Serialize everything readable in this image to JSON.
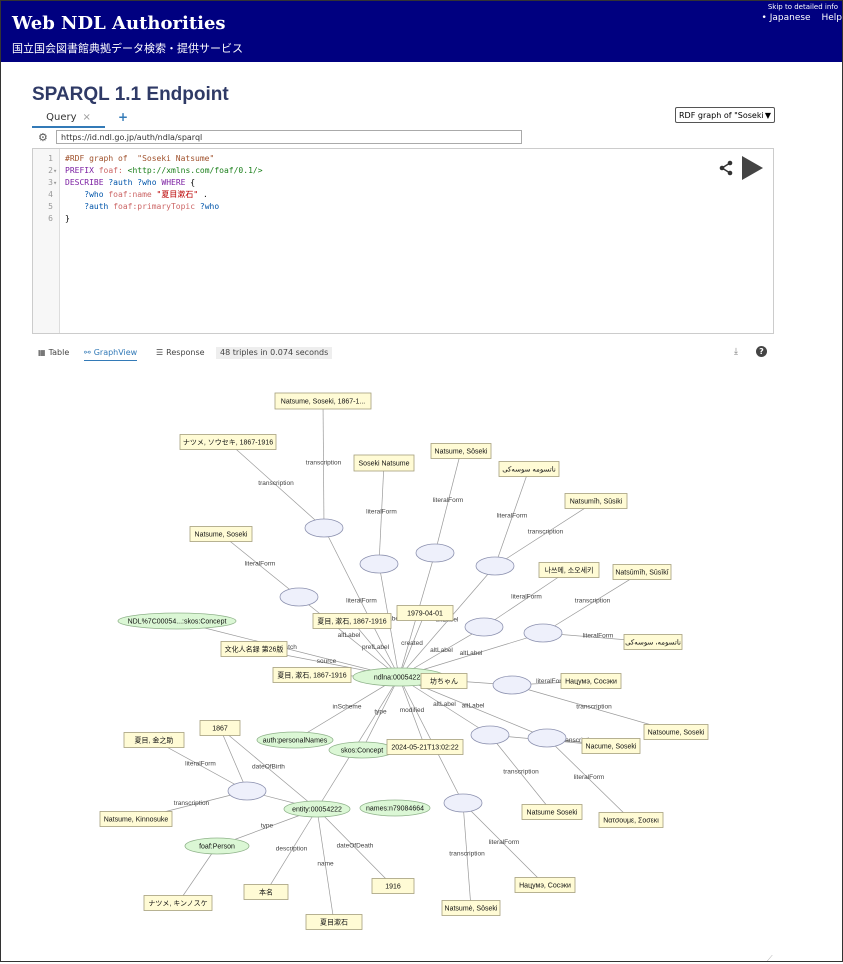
{
  "header": {
    "brand": "Web NDL Authorities",
    "subtitle": "国立国会図書館典拠データ検索・提供サービス",
    "skip_link": "Skip to detailed info",
    "lang_link": "• Japanese",
    "help_link": "Help"
  },
  "page_title": "SPARQL 1.1 Endpoint",
  "tabs": {
    "query_label": "Query",
    "close_glyph": "×",
    "add_glyph": "+"
  },
  "query_select": {
    "value": "RDF graph of \"Soseki"
  },
  "endpoint_url": "https://id.ndl.go.jp/auth/ndla/sparql",
  "editor": {
    "line_numbers": [
      "1",
      "2",
      "3",
      "4",
      "5",
      "6"
    ],
    "line1": "#RDF graph of  \"Soseki Natsume\"",
    "line2_kw": "PREFIX",
    "line2_pre": "foaf:",
    "line2_iri": "<http://xmlns.com/foaf/0.1/>",
    "line3_kw": "DESCRIBE",
    "line3_var1": "?auth",
    "line3_var2": "?who",
    "line3_kw2": "WHERE",
    "line3_brace": "{",
    "line4_var": "?who",
    "line4_pre": "foaf:name",
    "line4_str": "\"夏目漱石\"",
    "line4_end": ".",
    "line5_var": "?auth",
    "line5_pre": "foaf:primaryTopic",
    "line5_var2": "?who",
    "line6": "}"
  },
  "icons": {
    "share": "share-icon",
    "run": "play-icon",
    "gear": "gear-icon",
    "download": "download-icon",
    "help": "help-icon"
  },
  "result_tabs": {
    "table": "Table",
    "graph": "GraphView",
    "response": "Response",
    "status": "48 triples in 0.074 seconds",
    "help_glyph": "?"
  },
  "graph": {
    "colors": {
      "literal": "#fffbd5",
      "uri": "#dbf7d5",
      "bnode": "#eef0fb"
    },
    "node_labels": {
      "center": "ndlna:00054222",
      "entity": "entity:00054222",
      "lit_header": "Natsume, Soseki, 1867-1...",
      "lit_kana_date": "ナツメ, ソウセキ, 1867-1916",
      "lit_soseki_natsume": "Soseki Natsume",
      "lit_natsume_soseki_macron": "Natsume, Sōseki",
      "lit_arabic1": "ناتسومه سوسه‌کی",
      "lit_natsumih": "Natsumīh, Sūsiki",
      "lit_natsume_soseki": "Natsume, Soseki",
      "lit_hangul": "나쓰메, 소오세키",
      "lit_natsumih2": "Natsūmīh, Sūsīkī",
      "lit_arabic2": "ناتسومه، سوسه‌کی",
      "lit_kanji_date": "夏目, 漱石, 1867-1916",
      "lit_created": "1979-04-01",
      "lit_source": "文化人名録 第26版",
      "lit_pref": "夏目, 漱石, 1867-1916",
      "lit_botchan": "坊ちゃん",
      "lit_cyr1": "Нацумэ, Сосэки",
      "lit_natsoume": "Natsoume, Soseki",
      "lit_nacume": "Nacume, Soseki",
      "lit_modified": "2024-05-21T13:02:22",
      "lit_1867": "1867",
      "lit_kinnosuke_kanji": "夏目, 金之助",
      "lit_kinnosuke": "Natsume, Kinnosuke",
      "lit_natsume_soseki_plain": "Natsume Soseki",
      "lit_greek": "Νατσουμε, Σοσεκι",
      "lit_cyr2": "Нацумэ, Сосэки",
      "lit_natsume_soseki_acute": "Natsumė, Sōseki",
      "lit_1916": "1916",
      "lit_kana_kinnosuke": "ナツメ, キンノスケ",
      "lit_honmyo": "本名",
      "lit_name": "夏目漱石",
      "uri_skos_ndl": "NDL%7C00054...:skos:Concept",
      "uri_personal": "auth:personalNames",
      "uri_skos": "skos:Concept",
      "uri_names": "names:n79084664",
      "uri_person": "foaf:Person"
    },
    "edge_labels": {
      "transcription": "transcription",
      "literalForm": "literalForm",
      "prefLabel": "prefLabel",
      "altLabel": "altLabel",
      "created": "created",
      "source": "source",
      "match": "match",
      "inScheme": "inScheme",
      "type": "type",
      "modified": "modified",
      "dateOfBirth": "dateOfBirth",
      "dateOfDeath": "dateOfDeath",
      "name": "name",
      "description": "description"
    }
  }
}
